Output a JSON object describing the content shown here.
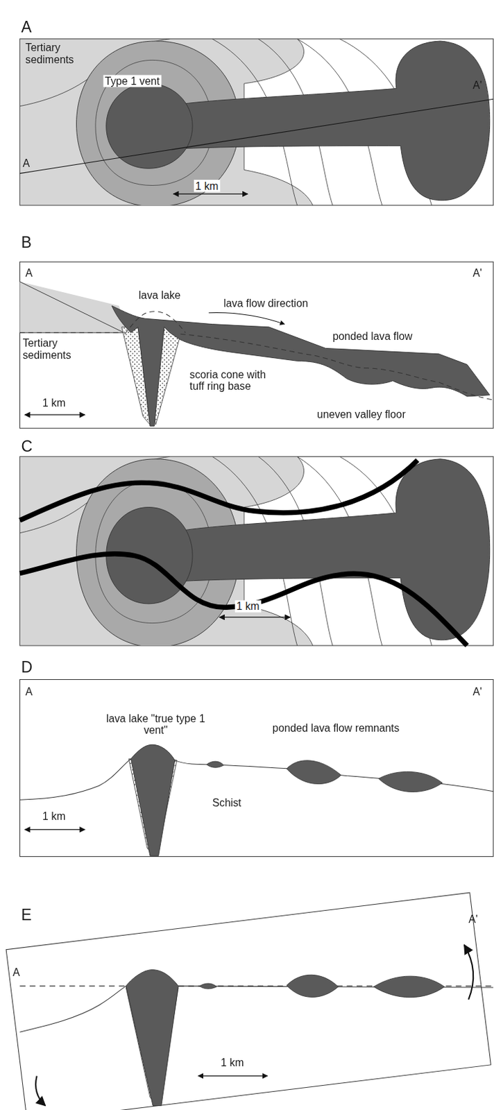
{
  "diagram": {
    "labels": [
      "A",
      "Tertiary sediments",
      "Type 1 vent",
      "A",
      "A'",
      "1 km",
      "B",
      "A",
      "A'",
      "lava lake",
      "lava flow direction",
      "Tertiary sediments",
      "ponded lava flow",
      "scoria cone with tuff ring base",
      "1 km",
      "uneven valley floor",
      "C",
      "1 km",
      "D",
      "A",
      "A'",
      "lava lake \"true type 1 vent\"",
      "ponded lava flow remnants",
      "Schist",
      "1 km",
      "E",
      "A",
      "A'",
      "1 km"
    ]
  }
}
